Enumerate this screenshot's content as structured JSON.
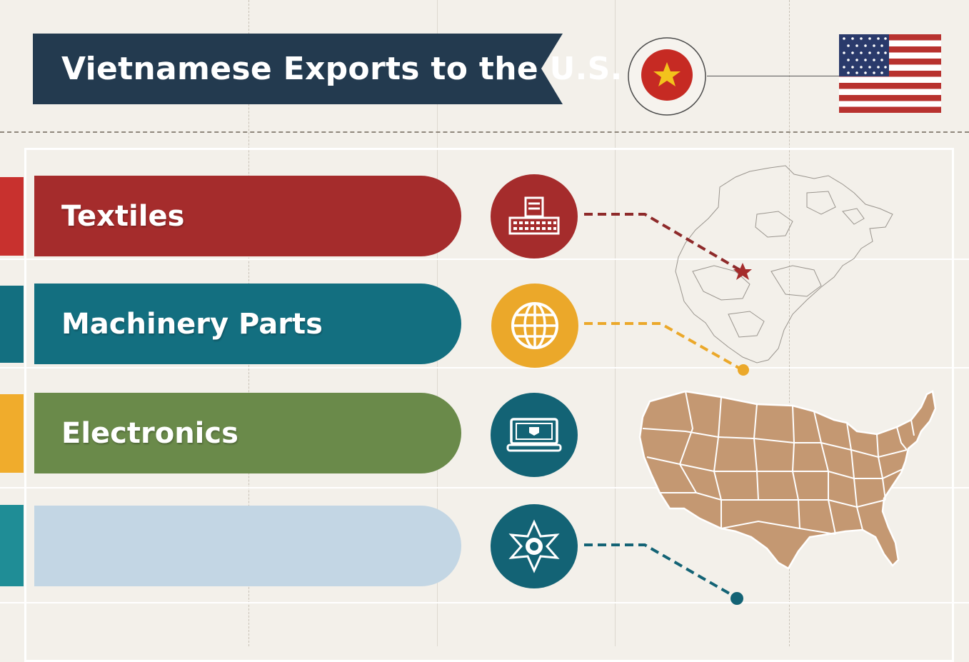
{
  "header": {
    "title": "Vietnamese Exports to the U.S.",
    "vietnam_flag_icon": "vietnam-flag-icon",
    "us_flag_icon": "us-flag-icon"
  },
  "categories": [
    {
      "label": "Textiles",
      "color": "#a52c2c",
      "tab_color": "#c8312e",
      "icon": "factory-icon",
      "icon_bg": "#a52c2c",
      "connector_color": "#8e2a2a"
    },
    {
      "label": "Machinery Parts",
      "color": "#136f80",
      "tab_color": "#136f80",
      "icon": "globe-icon",
      "icon_bg": "#eba82a",
      "connector_color": "#eba82a"
    },
    {
      "label": "Electronics",
      "color": "#6a8a4a",
      "tab_color": "#f0ac2c",
      "icon": "monitor-icon",
      "icon_bg": "#136375",
      "connector_color": "#136375"
    },
    {
      "label": "",
      "color": "#c3d6e4",
      "tab_color": "#1f8d96",
      "icon": "star-emblem-icon",
      "icon_bg": "#136375",
      "connector_color": "#136375"
    }
  ],
  "maps": {
    "north_america_outline": "north-america-outline-map",
    "us_states_map": "us-states-map",
    "map_fill": "#c49872"
  }
}
